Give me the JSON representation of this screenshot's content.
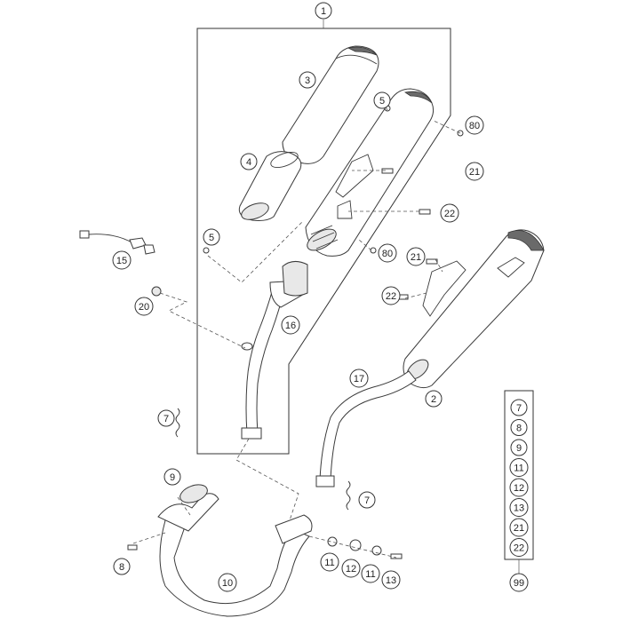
{
  "diagram": {
    "callouts": [
      {
        "id": "c-1",
        "label": "1"
      },
      {
        "id": "c-3",
        "label": "3"
      },
      {
        "id": "c-4",
        "label": "4"
      },
      {
        "id": "c-5a",
        "label": "5"
      },
      {
        "id": "c-5b",
        "label": "5"
      },
      {
        "id": "c-80a",
        "label": "80"
      },
      {
        "id": "c-80b",
        "label": "80"
      },
      {
        "id": "c-21a",
        "label": "21"
      },
      {
        "id": "c-21b",
        "label": "21"
      },
      {
        "id": "c-22a",
        "label": "22"
      },
      {
        "id": "c-22b",
        "label": "22"
      },
      {
        "id": "c-15",
        "label": "15"
      },
      {
        "id": "c-20",
        "label": "20"
      },
      {
        "id": "c-16",
        "label": "16"
      },
      {
        "id": "c-17",
        "label": "17"
      },
      {
        "id": "c-2",
        "label": "2"
      },
      {
        "id": "c-7a",
        "label": "7"
      },
      {
        "id": "c-7b",
        "label": "7"
      },
      {
        "id": "c-9",
        "label": "9"
      },
      {
        "id": "c-8",
        "label": "8"
      },
      {
        "id": "c-10",
        "label": "10"
      },
      {
        "id": "c-11a",
        "label": "11"
      },
      {
        "id": "c-12",
        "label": "12"
      },
      {
        "id": "c-11b",
        "label": "11"
      },
      {
        "id": "c-13",
        "label": "13"
      }
    ],
    "kit": {
      "items": [
        "7",
        "8",
        "9",
        "11",
        "12",
        "13",
        "21",
        "22"
      ],
      "total": "99"
    }
  }
}
